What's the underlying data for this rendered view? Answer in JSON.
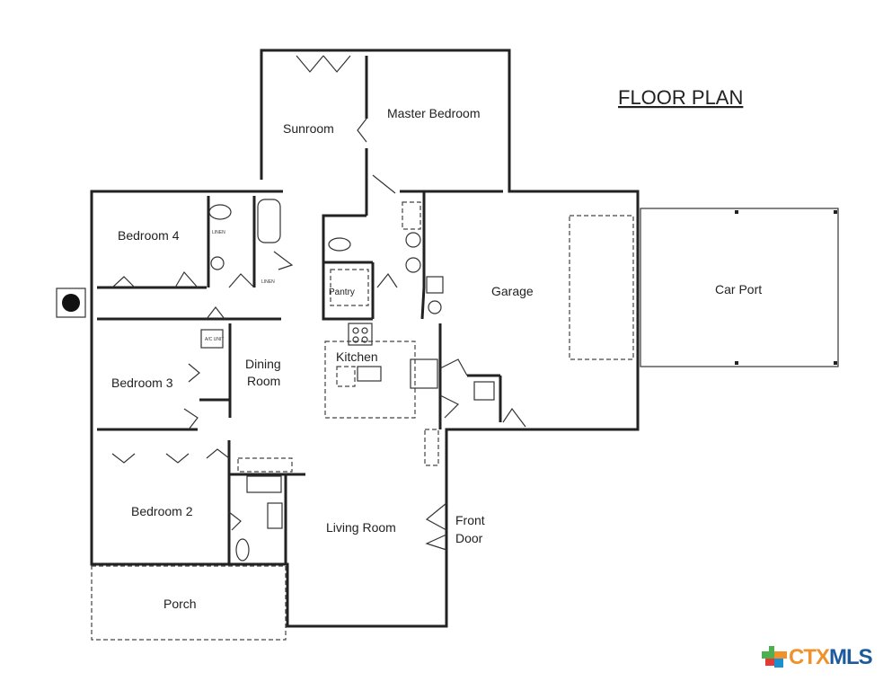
{
  "title": "FLOOR PLAN",
  "rooms": {
    "sunroom": "Sunroom",
    "master_bedroom": "Master Bedroom",
    "bedroom4": "Bedroom 4",
    "bedroom3": "Bedroom 3",
    "bedroom2": "Bedroom 2",
    "dining_line1": "Dining",
    "dining_line2": "Room",
    "kitchen": "Kitchen",
    "pantry": "Pantry",
    "garage": "Garage",
    "car_port": "Car Port",
    "living_room": "Living Room",
    "front_door_line1": "Front",
    "front_door_line2": "Door",
    "porch": "Porch"
  },
  "small_labels": {
    "linen": "LINEN",
    "ac_unit": "A/C UNIT"
  },
  "logo": {
    "part1": "CTX",
    "part2": "MLS"
  }
}
